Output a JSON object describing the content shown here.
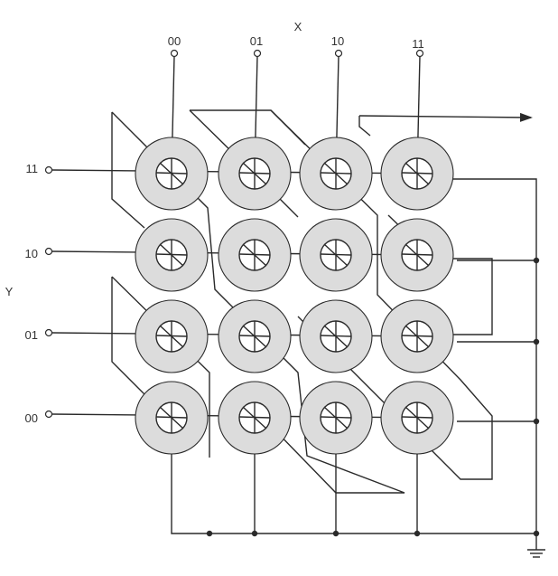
{
  "diagram": {
    "x_axis_label": "X",
    "y_axis_label": "Y",
    "x_lines": [
      "00",
      "01",
      "10",
      "11"
    ],
    "y_lines": [
      "11",
      "10",
      "01",
      "00"
    ],
    "colors": {
      "line": "#2a2a2a",
      "core": "#dcdcdc",
      "background": "#ffffff"
    }
  }
}
